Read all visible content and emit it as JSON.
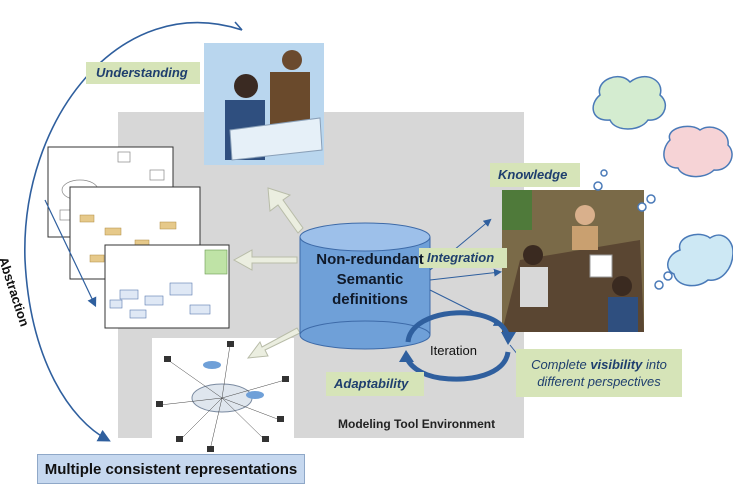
{
  "environment_label": "Modeling Tool Environment",
  "center": {
    "line1": "Non-redundant",
    "line2": "Semantic",
    "line3": "definitions"
  },
  "tags": {
    "understanding": "Understanding",
    "knowledge": "Knowledge",
    "integration": "Integration",
    "adaptability": "Adaptability",
    "iteration": "Iteration"
  },
  "visibility": {
    "pre": "Complete ",
    "bold": "visibility",
    "post": " into",
    "line2": "different perspectives"
  },
  "abstraction": "Abstraction",
  "bottom_label": "Multiple consistent representations",
  "colors": {
    "tag_bg": "#d6e4b8",
    "cylinder": "#6fa0d8",
    "env_bg": "#d7d7d7",
    "arrow_blue": "#2f5f9e"
  }
}
